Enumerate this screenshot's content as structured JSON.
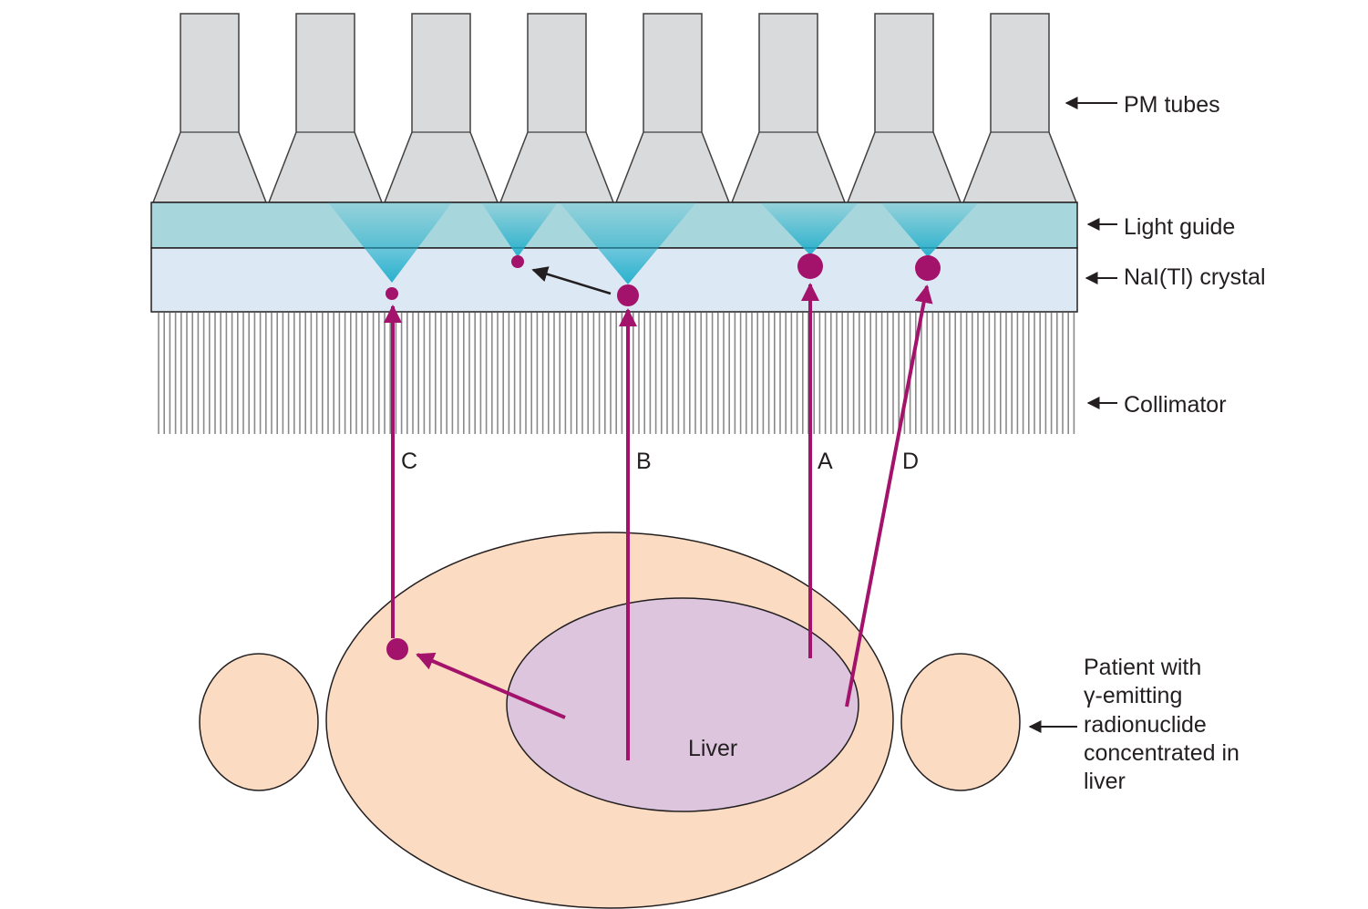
{
  "labels": {
    "pm_tubes": "PM tubes",
    "light_guide": "Light guide",
    "crystal": "NaI(Tl) crystal",
    "collimator": "Collimator",
    "liver": "Liver",
    "patient_lines": [
      "Patient with",
      "γ-emitting",
      "radionuclide",
      "concentrated in",
      "liver"
    ]
  },
  "rays": {
    "a": "A",
    "b": "B",
    "c": "C",
    "d": "D"
  },
  "colors": {
    "ray": "#a4136b",
    "pm_tube_fill": "#d9dadb",
    "pm_tube_stroke": "#404040",
    "light_guide": "#a7d7dd",
    "crystal": "#dce9f4",
    "light_cone": "#1faecb",
    "collimator_septa": "#8a8a8a",
    "body": "#fbdcc3",
    "liver": "#dcc5dd",
    "outline": "#231f20"
  }
}
